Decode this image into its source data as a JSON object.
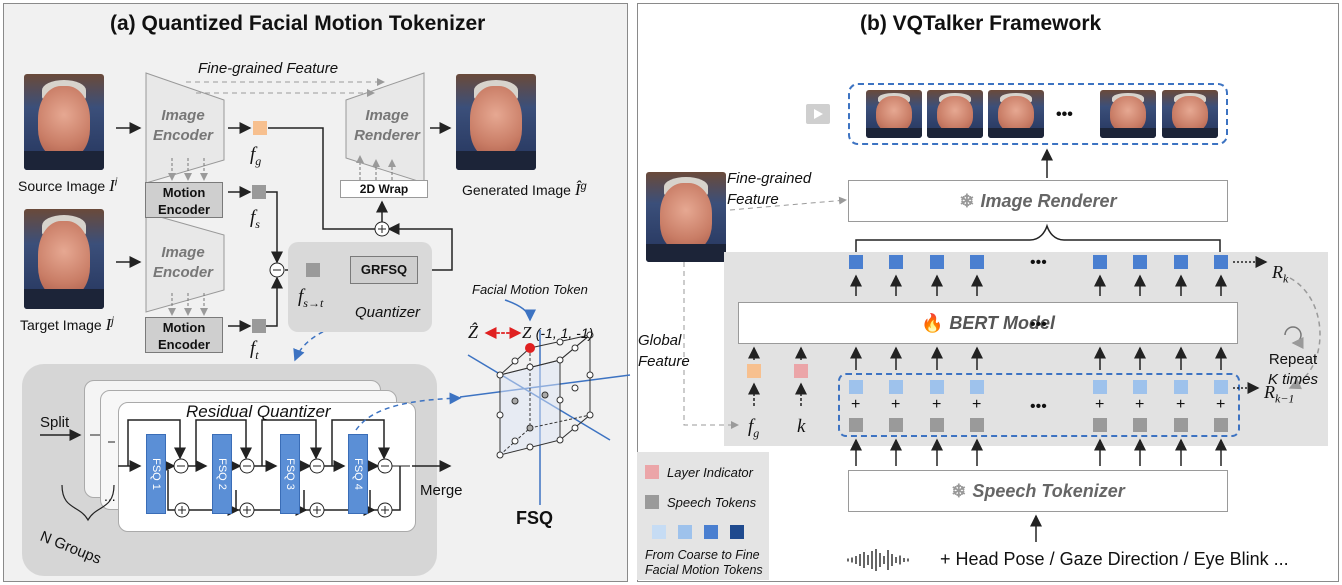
{
  "left": {
    "title": "(a) Quantized Facial Motion Tokenizer",
    "fine_grained_feature": "Fine-grained Feature",
    "image_encoder": [
      "Image",
      "Encoder"
    ],
    "image_renderer": [
      "Image",
      "Renderer"
    ],
    "motion_encoder": [
      "Motion",
      "Encoder"
    ],
    "wrap": "2D Wrap",
    "grfsq": "GRFSQ",
    "quantizer": "Quantizer",
    "source_label": "Source Image ",
    "source_sym": "I",
    "source_sup": "i",
    "target_label": "Target Image ",
    "target_sym": "I",
    "target_sup": "j",
    "generated_label": "Generated Image ",
    "generated_sym": "Î",
    "generated_sup": "g",
    "f_g": "f",
    "f_g_sub": "g",
    "f_s": "f",
    "f_s_sub": "s",
    "f_t": "f",
    "f_t_sub": "t",
    "f_st": "f",
    "f_st_sub": "s→t",
    "facial_motion_token": "Facial Motion Token",
    "z_hat": "Ẑ",
    "z": "Z",
    "z_coords": "(-1, 1, -1)",
    "residual_quantizer": "Residual Quantizer",
    "split": "Split",
    "merge": "Merge",
    "fsq_blocks": [
      "FSQ 1",
      "FSQ 2",
      "FSQ 3",
      "FSQ 4"
    ],
    "n_groups": "N Groups",
    "fsq_label": "FSQ",
    "ellipsis": "..."
  },
  "right": {
    "title": "(b) VQTalker Framework",
    "image_renderer": "Image Renderer",
    "bert_model": "BERT Model",
    "speech_tokenizer": "Speech Tokenizer",
    "fine_grained_feature": [
      "Fine-grained",
      "Feature"
    ],
    "global_feature": [
      "Global",
      "Feature"
    ],
    "r_k": "R",
    "r_k_sub": "k",
    "r_k1": "R",
    "r_k1_sub": "k−1",
    "repeat": [
      "Repeat",
      "K times"
    ],
    "f_g": "f",
    "f_g_sub": "g",
    "k": "k",
    "dots": "•••",
    "plus": "+",
    "legend": {
      "layer_indicator": "Layer Indicator",
      "speech_tokens": "Speech Tokens",
      "coarse_to_fine": [
        "From Coarse to Fine",
        "Facial Motion Tokens"
      ]
    },
    "input_line": "+  Head Pose / Gaze Direction / Eye Blink ..."
  },
  "colors": {
    "token_blue": "#4a7fd0",
    "token_light_blue": "#9ec2ec",
    "speech_gray": "#9a9a9a",
    "fg_orange": "#f7c08f",
    "layer_pink": "#eba5a8",
    "dashed_blue": "#3d73c2"
  }
}
